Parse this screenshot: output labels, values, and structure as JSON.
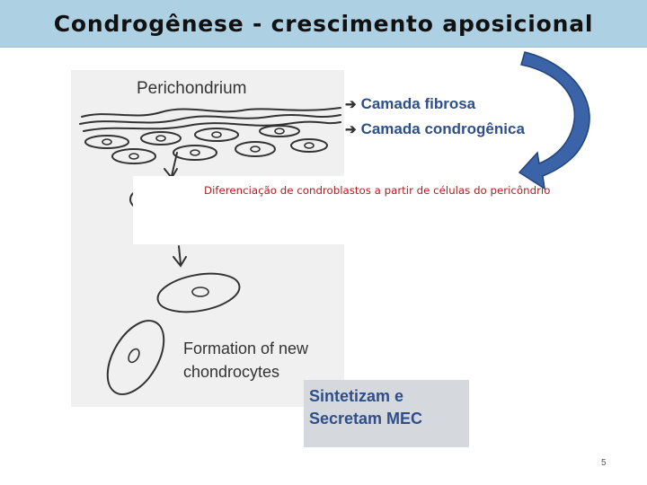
{
  "title": "Condrogênese - crescimento aposicional",
  "figure": {
    "perichondrium_label": "Perichondrium",
    "formation_line1": "Formation of new",
    "formation_line2": "chondrocytes"
  },
  "layer_labels": [
    {
      "arrow": "➔",
      "text": "Camada fibrosa"
    },
    {
      "arrow": "➔",
      "text": "Camada condrogênica"
    }
  ],
  "differentiation_text": "Diferenciação  de  condroblastos a partir de células do pericôndrio",
  "secretion_box": {
    "line1": "Sintetizam e",
    "line2": "Secretam MEC"
  },
  "page_number": "5",
  "colors": {
    "title_bar": "#aed0e3",
    "label_blue": "#2e4f8a",
    "red_text": "#b01e1e",
    "curved_arrow": "#3b63a7"
  }
}
